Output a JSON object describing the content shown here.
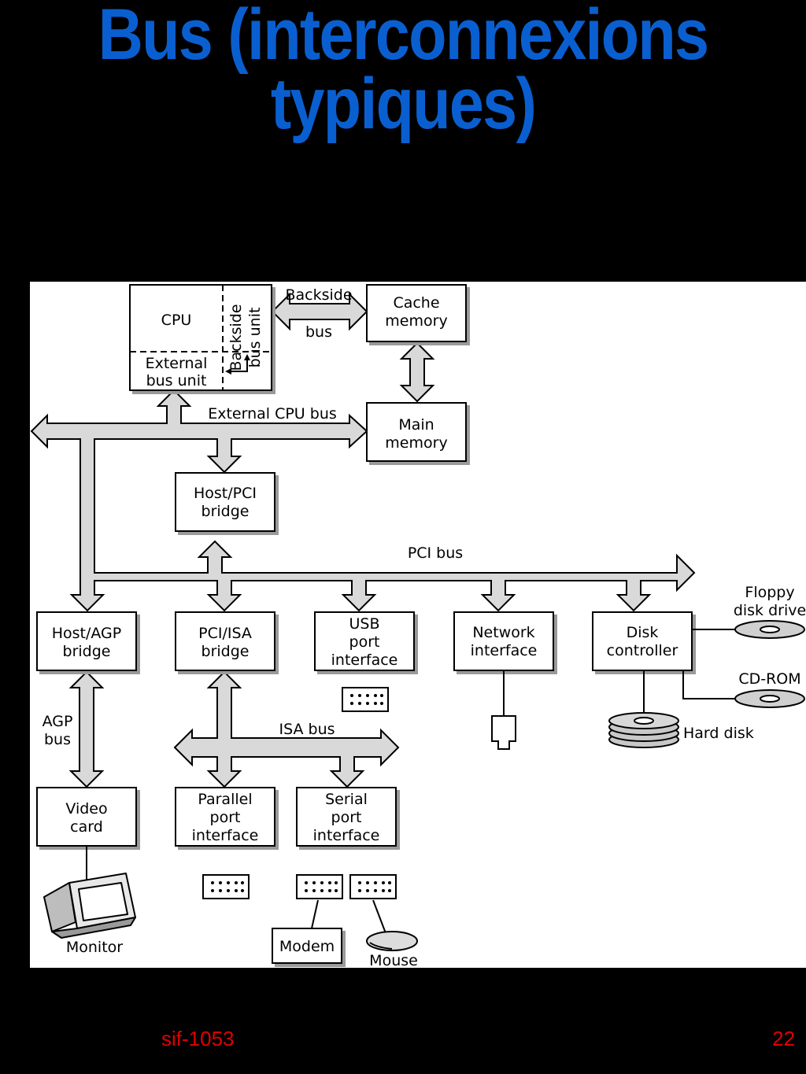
{
  "title": {
    "line1": "Bus (interconnexions",
    "line2": "typiques)"
  },
  "footer": {
    "course": "sif-1053",
    "page": "22"
  },
  "colors": {
    "title": "#0a5fd0",
    "footer": "#e00000",
    "bus_fill": "#d9d9d9"
  },
  "diagram": {
    "cpu": "CPU",
    "backside_unit": [
      "Backside",
      "bus unit"
    ],
    "external_unit": [
      "External",
      "bus unit"
    ],
    "backside_bus": [
      "Backside",
      "bus"
    ],
    "cache_memory": [
      "Cache",
      "memory"
    ],
    "main_memory": [
      "Main",
      "memory"
    ],
    "external_cpu_bus": "External CPU bus",
    "host_pci_bridge": [
      "Host/PCI",
      "bridge"
    ],
    "pci_bus": "PCI bus",
    "host_agp_bridge": [
      "Host/AGP",
      "bridge"
    ],
    "pci_isa_bridge": [
      "PCI/ISA",
      "bridge"
    ],
    "usb_port": [
      "USB",
      "port",
      "interface"
    ],
    "network_interface": [
      "Network",
      "interface"
    ],
    "disk_controller": [
      "Disk",
      "controller"
    ],
    "floppy": [
      "Floppy",
      "disk drive"
    ],
    "cdrom": "CD-ROM",
    "hard_disk": "Hard disk",
    "agp_bus": [
      "AGP",
      "bus"
    ],
    "isa_bus": "ISA bus",
    "video_card": [
      "Video",
      "card"
    ],
    "parallel_port": [
      "Parallel",
      "port",
      "interface"
    ],
    "serial_port": [
      "Serial",
      "port",
      "interface"
    ],
    "monitor": "Monitor",
    "modem": "Modem",
    "mouse": "Mouse"
  }
}
